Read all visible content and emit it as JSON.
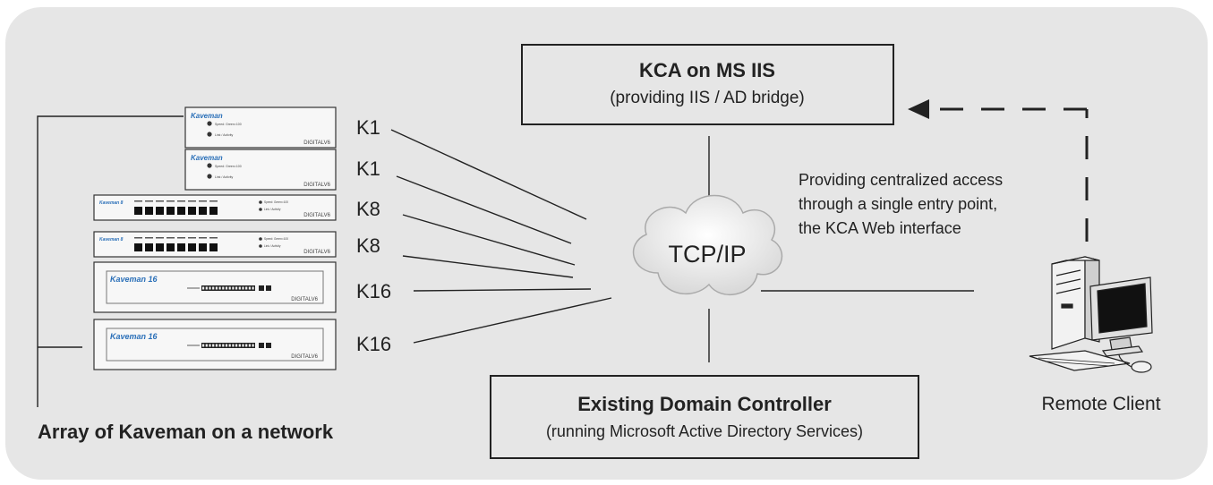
{
  "kca_box": {
    "title": "KCA on MS IIS",
    "subtitle": "(providing IIS / AD bridge)"
  },
  "dc_box": {
    "title": "Existing Domain Controller",
    "subtitle": "(running Microsoft Active Directory Services)"
  },
  "cloud": {
    "label": "TCP/IP"
  },
  "description": {
    "lines": [
      "Providing centralized access",
      "through a single entry point,",
      "the KCA Web interface"
    ]
  },
  "remote_client": {
    "label": "Remote Client"
  },
  "array": {
    "caption": "Array of Kaveman on a network"
  },
  "devices": [
    {
      "kind": "k1",
      "brand": "Kaveman",
      "model_label": "K1",
      "badge": "DIGITALV6",
      "led_labels": [
        "Speed: Green=100",
        "Link / Activity"
      ]
    },
    {
      "kind": "k1",
      "brand": "Kaveman",
      "model_label": "K1",
      "badge": "DIGITALV6",
      "led_labels": [
        "Speed: Green=100",
        "Link / Activity"
      ]
    },
    {
      "kind": "k8",
      "brand": "Kaveman 8",
      "model_label": "K8",
      "badge": "DIGITALV6",
      "led_labels": [
        "Speed: Green=100",
        "Link / Activity"
      ]
    },
    {
      "kind": "k8",
      "brand": "Kaveman 8",
      "model_label": "K8",
      "badge": "DIGITALV6",
      "led_labels": [
        "Speed: Green=100",
        "Link / Activity"
      ]
    },
    {
      "kind": "k16",
      "brand": "Kaveman 16",
      "model_label": "K16",
      "badge": "DIGITALV6",
      "led_labels": []
    },
    {
      "kind": "k16",
      "brand": "Kaveman 16",
      "model_label": "K16",
      "badge": "DIGITALV6",
      "led_labels": []
    }
  ],
  "colors": {
    "panel": "#e6e6e6",
    "line": "#222222",
    "brand": "#2a6fb8",
    "cloud": "#f2f2f2"
  }
}
